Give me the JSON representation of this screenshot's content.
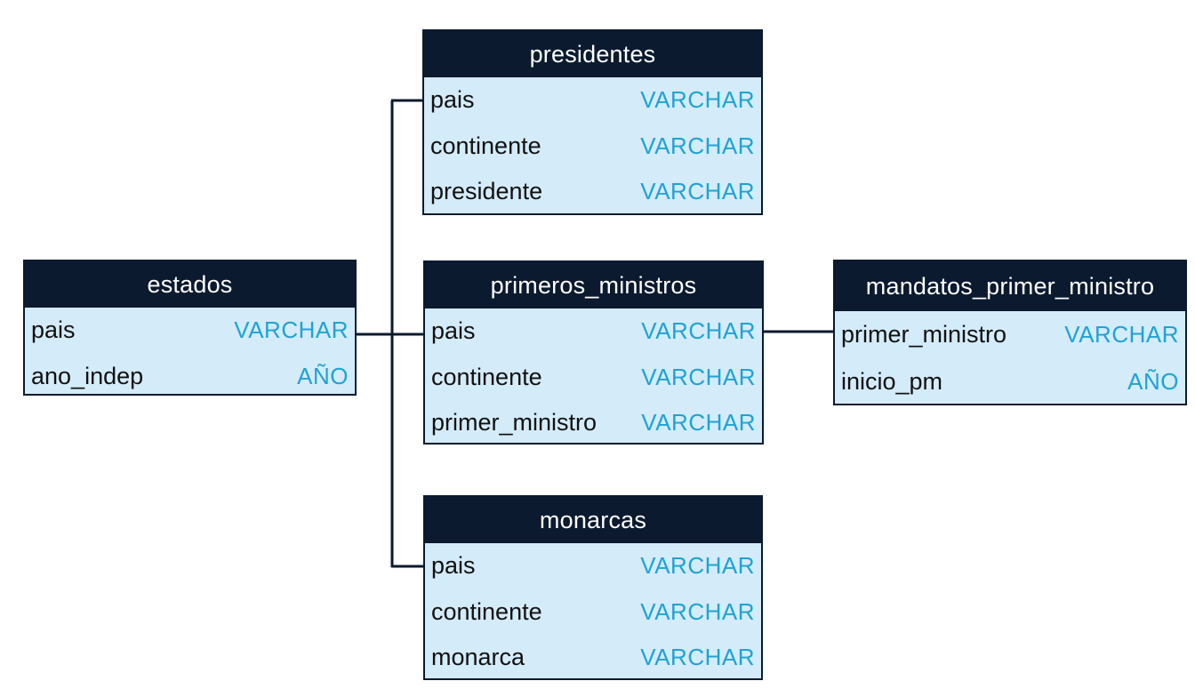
{
  "colors": {
    "header_bg": "#0b1a2f",
    "body_bg": "#d4ebfa",
    "type_text": "#1ea3d4",
    "connector": "#0a1a2e"
  },
  "tables": {
    "estados": {
      "title": "estados",
      "rows": [
        {
          "name": "pais",
          "type": "VARCHAR"
        },
        {
          "name": "ano_indep",
          "type": "AÑO"
        }
      ]
    },
    "presidentes": {
      "title": "presidentes",
      "rows": [
        {
          "name": "pais",
          "type": "VARCHAR"
        },
        {
          "name": "continente",
          "type": "VARCHAR"
        },
        {
          "name": "presidente",
          "type": "VARCHAR"
        }
      ]
    },
    "primeros_ministros": {
      "title": "primeros_ministros",
      "rows": [
        {
          "name": "pais",
          "type": "VARCHAR"
        },
        {
          "name": "continente",
          "type": "VARCHAR"
        },
        {
          "name": "primer_ministro",
          "type": "VARCHAR"
        }
      ]
    },
    "monarcas": {
      "title": "monarcas",
      "rows": [
        {
          "name": "pais",
          "type": "VARCHAR"
        },
        {
          "name": "continente",
          "type": "VARCHAR"
        },
        {
          "name": "monarca",
          "type": "VARCHAR"
        }
      ]
    },
    "mandatos_primer_ministro": {
      "title": "mandatos_primer_ministro",
      "rows": [
        {
          "name": "primer_ministro",
          "type": "VARCHAR"
        },
        {
          "name": "inicio_pm",
          "type": "AÑO"
        }
      ]
    }
  }
}
